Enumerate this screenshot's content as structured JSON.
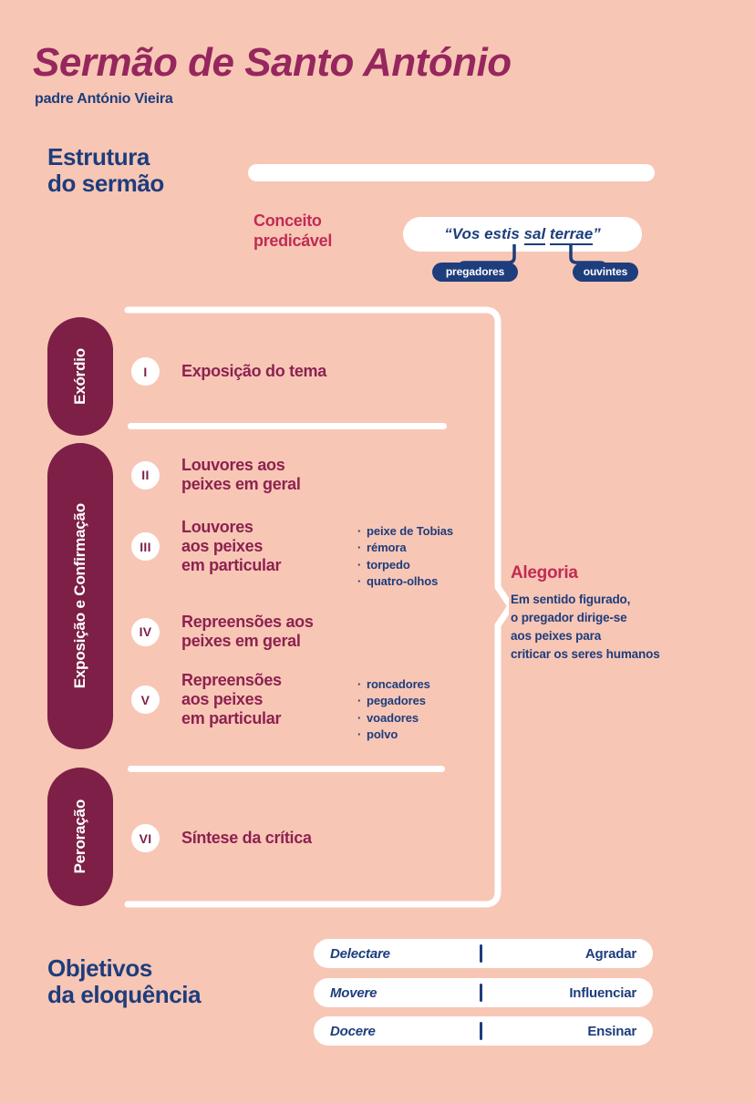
{
  "header": {
    "title": "Sermão de Santo António",
    "subtitle": "padre António Vieira"
  },
  "structure": {
    "heading_line1": "Estrutura",
    "heading_line2": "do sermão",
    "conceito": {
      "label_line1": "Conceito",
      "label_line2": "predicável",
      "quote_open": "“Vos estis ",
      "quote_word_sal": "sal",
      "quote_space": " ",
      "quote_word_terrae": "terrae",
      "quote_close": "”",
      "tag_left": "pregadores",
      "tag_right": "ouvintes"
    },
    "stages": [
      {
        "name": "Exórdio"
      },
      {
        "name": "Exposição e Confirmação"
      },
      {
        "name": "Peroração"
      }
    ],
    "steps": [
      {
        "numeral": "I",
        "title_line1": "Exposição do tema",
        "title_line2": ""
      },
      {
        "numeral": "II",
        "title_line1": "Louvores aos",
        "title_line2": "peixes em geral"
      },
      {
        "numeral": "III",
        "title_line1": "Louvores",
        "title_line2": "aos peixes",
        "title_line3": "em particular"
      },
      {
        "numeral": "IV",
        "title_line1": "Repreensões aos",
        "title_line2": "peixes em geral"
      },
      {
        "numeral": "V",
        "title_line1": "Repreensões",
        "title_line2": "aos peixes",
        "title_line3": "em particular"
      },
      {
        "numeral": "VI",
        "title_line1": "Síntese da crítica",
        "title_line2": ""
      }
    ],
    "bullets_step3": [
      "peixe de Tobias",
      "rémora",
      "torpedo",
      "quatro-olhos"
    ],
    "bullets_step5": [
      "roncadores",
      "pegadores",
      "voadores",
      "polvo"
    ],
    "alegoria": {
      "title": "Alegoria",
      "line1": "Em sentido figurado,",
      "line2": "o pregador dirige-se",
      "line3": "aos peixes para",
      "line4": "criticar os seres humanos"
    }
  },
  "goals": {
    "heading_line1": "Objetivos",
    "heading_line2": "da eloquência",
    "rows": [
      {
        "latin": "Delectare",
        "pt": "Agradar"
      },
      {
        "latin": "Movere",
        "pt": "Influenciar"
      },
      {
        "latin": "Docere",
        "pt": "Ensinar"
      }
    ]
  },
  "colors": {
    "background": "#f8c6b5",
    "burgundy": "#7d1f47",
    "title_magenta": "#96275d",
    "step_magenta": "#8c2250",
    "crimson": "#c02c55",
    "navy": "#1d3d7c",
    "white": "#ffffff"
  }
}
